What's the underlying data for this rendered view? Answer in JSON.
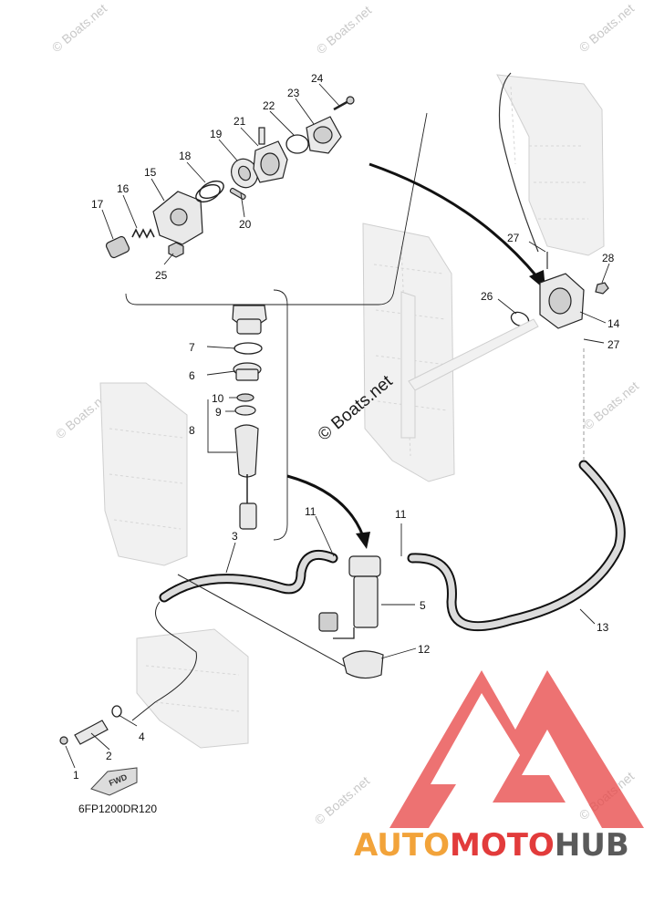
{
  "diagram": {
    "code": "6FP1200DR120",
    "fwd_label": "FWD",
    "watermark": "© Boats.net",
    "watermark_main": "© Boats.net",
    "brand": {
      "part1": "AUTO",
      "part2": "MOTO",
      "part3": "HUB",
      "color_orange": "#f2a33a",
      "color_red": "#e23b3b",
      "color_dark": "#5a5a5a"
    },
    "callouts": [
      {
        "n": "1"
      },
      {
        "n": "2"
      },
      {
        "n": "3"
      },
      {
        "n": "4"
      },
      {
        "n": "5"
      },
      {
        "n": "6"
      },
      {
        "n": "7"
      },
      {
        "n": "8"
      },
      {
        "n": "9"
      },
      {
        "n": "10"
      },
      {
        "n": "11"
      },
      {
        "n": "11"
      },
      {
        "n": "12"
      },
      {
        "n": "13"
      },
      {
        "n": "14"
      },
      {
        "n": "15"
      },
      {
        "n": "16"
      },
      {
        "n": "17"
      },
      {
        "n": "18"
      },
      {
        "n": "19"
      },
      {
        "n": "20"
      },
      {
        "n": "21"
      },
      {
        "n": "22"
      },
      {
        "n": "23"
      },
      {
        "n": "24"
      },
      {
        "n": "25"
      },
      {
        "n": "26"
      },
      {
        "n": "27"
      },
      {
        "n": "27"
      },
      {
        "n": "28"
      }
    ]
  }
}
